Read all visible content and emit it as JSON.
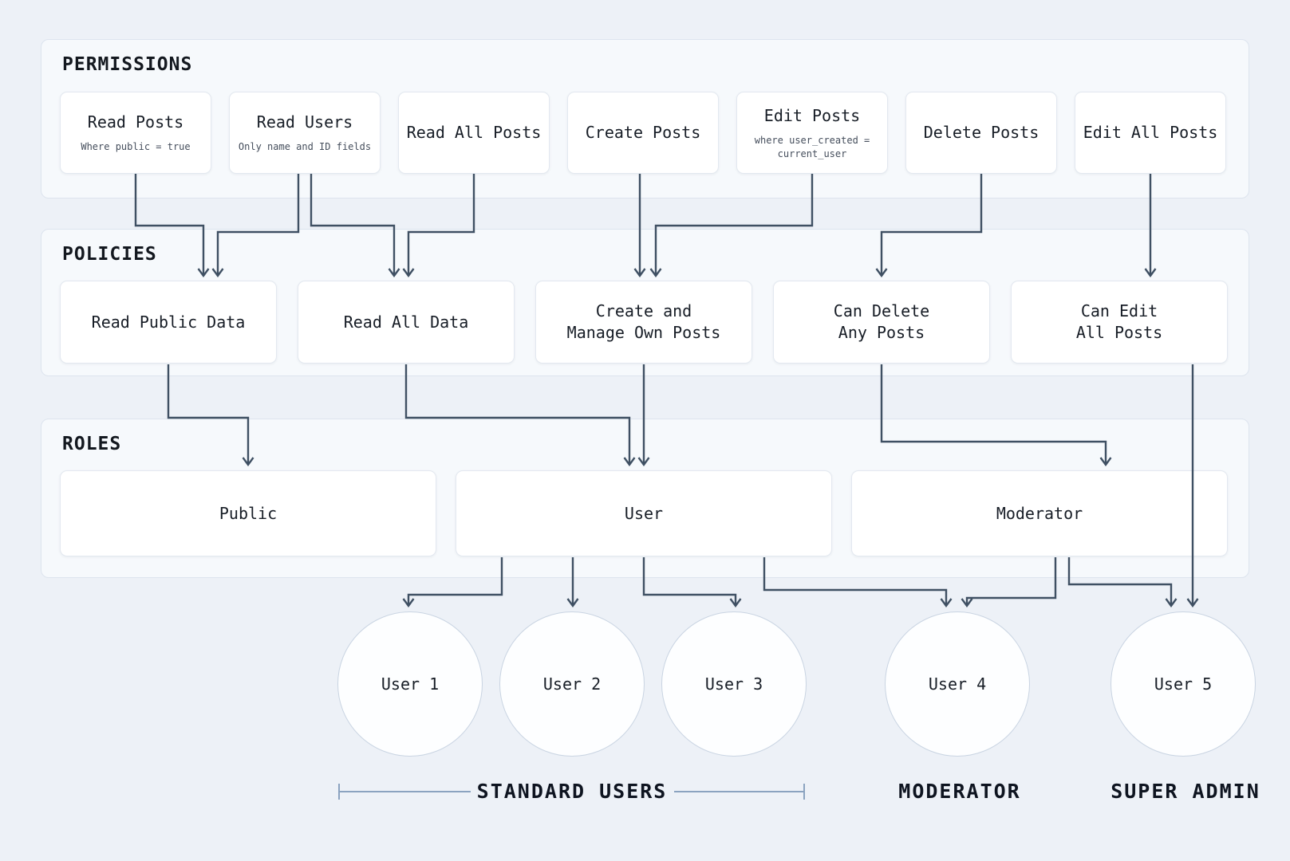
{
  "diagram": {
    "sections": [
      {
        "id": "permissions",
        "title": "PERMISSIONS",
        "items": [
          {
            "title": "Read Posts",
            "subtitle": "Where public = true"
          },
          {
            "title": "Read Users",
            "subtitle": "Only name and ID fields"
          },
          {
            "title": "Read All Posts"
          },
          {
            "title": "Create Posts"
          },
          {
            "title": "Edit Posts",
            "subtitle": "where user_created =\ncurrent_user"
          },
          {
            "title": "Delete Posts"
          },
          {
            "title": "Edit All Posts"
          }
        ]
      },
      {
        "id": "policies",
        "title": "POLICIES",
        "items": [
          {
            "title": "Read Public Data"
          },
          {
            "title": "Read All Data"
          },
          {
            "title": "Create and\nManage Own Posts"
          },
          {
            "title": "Can Delete\nAny Posts"
          },
          {
            "title": "Can Edit\nAll Posts"
          }
        ]
      },
      {
        "id": "roles",
        "title": "ROLES",
        "items": [
          {
            "title": "Public"
          },
          {
            "title": "User"
          },
          {
            "title": "Moderator"
          }
        ]
      }
    ],
    "users": [
      {
        "label": "User 1"
      },
      {
        "label": "User 2"
      },
      {
        "label": "User 3"
      },
      {
        "label": "User 4"
      },
      {
        "label": "User 5"
      }
    ],
    "group_labels": [
      {
        "id": "standard-users",
        "text": "STANDARD USERS"
      },
      {
        "id": "moderator",
        "text": "MODERATOR"
      },
      {
        "id": "super-admin",
        "text": "SUPER ADMIN"
      }
    ],
    "edges": [
      {
        "from": "Read Posts",
        "to": "Read Public Data"
      },
      {
        "from": "Read Users",
        "to": "Read Public Data"
      },
      {
        "from": "Read Users",
        "to": "Read All Data"
      },
      {
        "from": "Read All Posts",
        "to": "Read All Data"
      },
      {
        "from": "Create Posts",
        "to": "Create and Manage Own Posts"
      },
      {
        "from": "Edit Posts",
        "to": "Create and Manage Own Posts"
      },
      {
        "from": "Delete Posts",
        "to": "Can Delete Any Posts"
      },
      {
        "from": "Edit All Posts",
        "to": "Can Edit All Posts"
      },
      {
        "from": "Read Public Data",
        "to": "Public"
      },
      {
        "from": "Read All Data",
        "to": "User"
      },
      {
        "from": "Create and Manage Own Posts",
        "to": "User"
      },
      {
        "from": "Can Delete Any Posts",
        "to": "Moderator"
      },
      {
        "from": "Can Edit All Posts",
        "to": "User 5"
      },
      {
        "from": "User",
        "to": "User 1"
      },
      {
        "from": "User",
        "to": "User 2"
      },
      {
        "from": "User",
        "to": "User 3"
      },
      {
        "from": "User",
        "to": "User 4"
      },
      {
        "from": "Moderator",
        "to": "User 4"
      },
      {
        "from": "Moderator",
        "to": "User 5"
      }
    ],
    "colors": {
      "background": "#edf1f7",
      "section_bg": "#f6f9fc",
      "section_border": "#dde4ee",
      "box_bg": "#ffffff",
      "box_border": "#e3e8f0",
      "arrow": "#3f5063",
      "bracket": "#8ba3c0",
      "text": "#171d26"
    }
  }
}
